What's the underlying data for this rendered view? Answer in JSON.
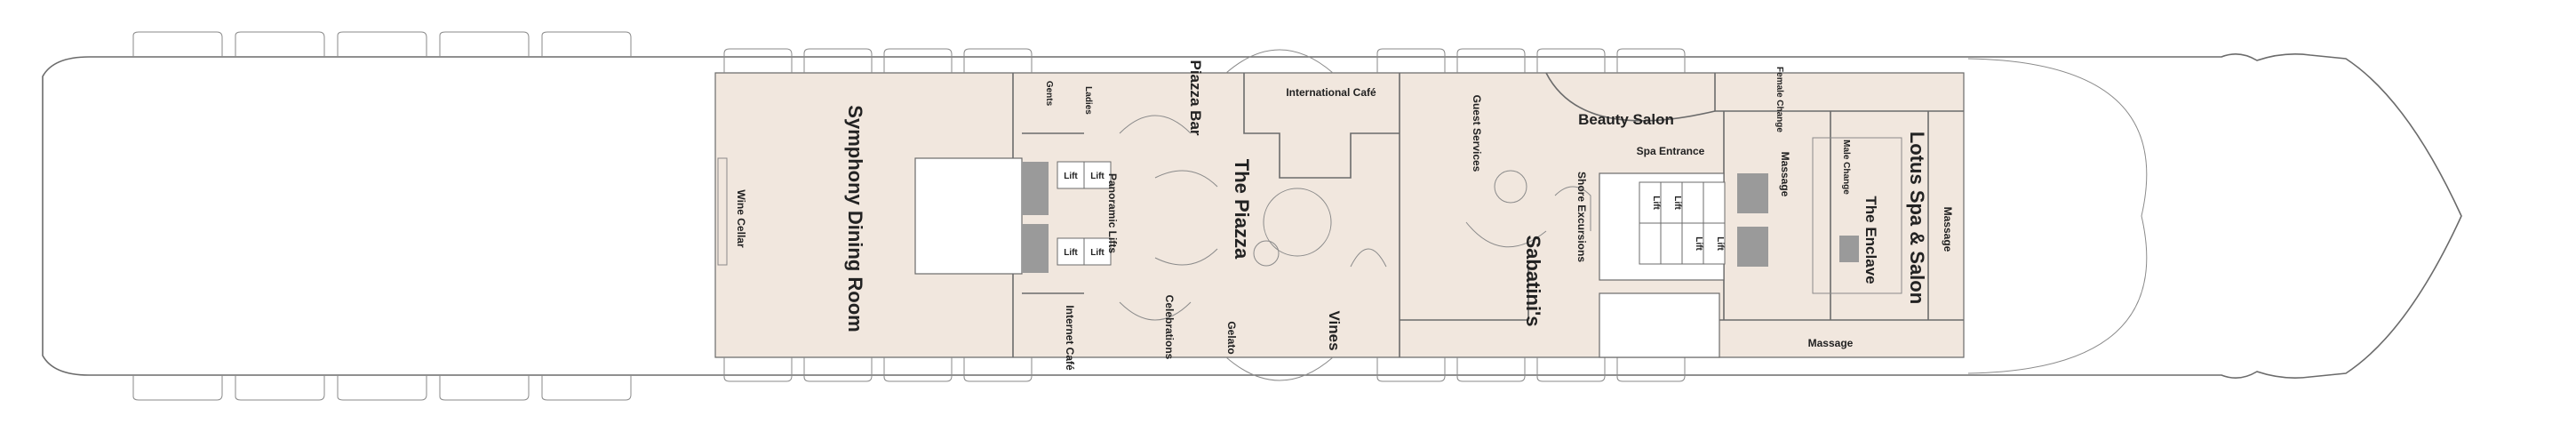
{
  "deck_plan": {
    "labels": {
      "wine_cellar": "Wine Cellar",
      "symphony_dining_room": "Symphony Dining Room",
      "gents": "Gents",
      "ladies": "Ladies",
      "lift": "Lift",
      "panoramic_lifts": "Panoramic Lifts",
      "internet_cafe": "Internet Café",
      "piazza_bar": "Piazza Bar",
      "the_piazza": "The Piazza",
      "celebrations": "Celebrations",
      "gelato": "Gelato",
      "vines": "Vines",
      "international_cafe": "International Café",
      "guest_services": "Guest Services",
      "beauty_salon": "Beauty Salon",
      "spa_entrance": "Spa Entrance",
      "shore_excursions": "Shore Excursions",
      "sabatinis": "Sabatini's",
      "female_change": "Female Change",
      "male_change": "Male Change",
      "massage": "Massage",
      "the_enclave": "The Enclave",
      "lotus_spa_salon": "Lotus Spa & Salon"
    },
    "colors": {
      "public_area": "#f1e7de",
      "wall": "#6b6b6b",
      "background": "#ffffff"
    }
  }
}
